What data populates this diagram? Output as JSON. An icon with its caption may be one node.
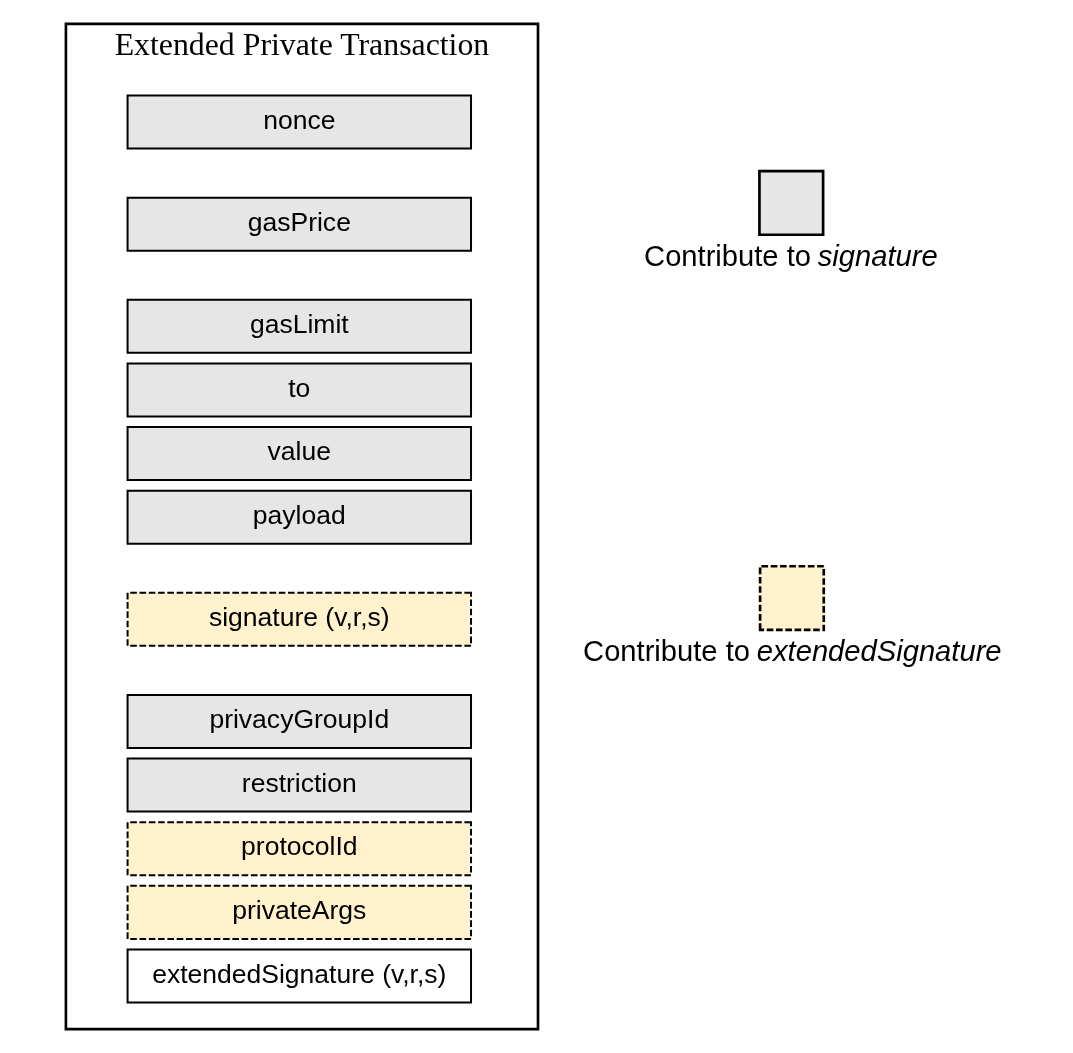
{
  "diagram": {
    "nodes": [
      {
        "text": [
          "Extended Private Transaction"
        ]
      },
      {
        "text": [
          "nonce"
        ],
        "in": 0
      },
      {
        "text": [
          "gasPrice"
        ],
        "in": 0
      },
      {
        "text": [
          "gasLimit"
        ],
        "in": 0
      },
      {
        "text": [
          "to"
        ],
        "in": 0
      },
      {
        "text": [
          "value"
        ],
        "in": 0
      },
      {
        "text": [
          "payload"
        ],
        "in": 0
      },
      {
        "text": [
          "signature (v,r,s)"
        ],
        "in": 0
      },
      {
        "text": [
          "privacyGroupId"
        ],
        "in": 0
      },
      {
        "text": [
          "restriction"
        ],
        "in": 0
      },
      {
        "text": [
          "protocolId"
        ],
        "in": 0
      },
      {
        "text": [
          "privateArgs"
        ],
        "in": 0
      },
      {
        "text": [
          "extendedSignature (v,r,s)"
        ],
        "in": 0
      }
    ],
    "edges": [],
    "legend": [
      {
        "text": "Contribute to *signature*",
        "color": "#e6e6e6"
      },
      {
        "text": "Contribute to *extendedSignature*",
        "color": "#fff2cc"
      }
    ]
  }
}
